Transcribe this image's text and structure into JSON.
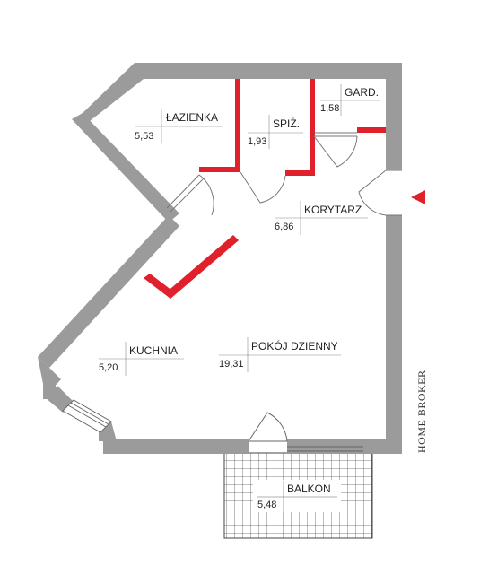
{
  "rooms": {
    "lazienka": {
      "name": "ŁAZIENKA",
      "area": "5,53"
    },
    "spiz": {
      "name": "SPIŻ.",
      "area": "1,93"
    },
    "gard": {
      "name": "GARD.",
      "area": "1,58"
    },
    "korytarz": {
      "name": "KORYTARZ",
      "area": "6,86"
    },
    "kuchnia": {
      "name": "KUCHNIA",
      "area": "5,20"
    },
    "pokoj": {
      "name": "POKÓJ DZIENNY",
      "area": "19,31"
    },
    "balkon": {
      "name": "BALKON",
      "area": "5,48"
    }
  },
  "brand": "HOME BROKER",
  "colors": {
    "wall": "#9b9b9b",
    "accent": "#e0202a",
    "grid": "#555555"
  }
}
